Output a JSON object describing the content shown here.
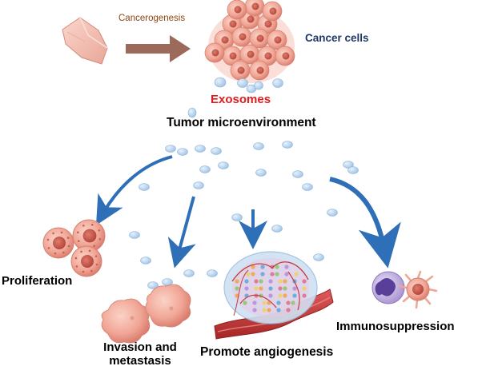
{
  "labels": {
    "carcinogenesis": "Cancerogenesis",
    "cancer_cells": "Cancer cells",
    "exosomes": "Exosomes",
    "tumor_microenvironment": "Tumor microenvironment",
    "proliferation": "Proliferation",
    "invasion_line1": "Invasion and",
    "invasion_line2": "metastasis",
    "angiogenesis": "Promote angiogenesis",
    "immunosuppression": "Immunosuppression"
  },
  "colors": {
    "carcinogenesis_text": "#8b4513",
    "cancer_cells_text": "#1f3864",
    "exosomes_text": "#e01b1b",
    "label_text": "#000000",
    "arrow_blue": "#2e6fb7",
    "arrow_brown": "#9c6a5a",
    "exosome_fill": "#b9d4ec",
    "cell_pink": "#f0a595",
    "vessel_red": "#c63b3b",
    "immune_purple": "#b6a2d6"
  },
  "icons": [
    "tissue-icon",
    "tumor-mass-icon",
    "exosome-vesicle-icon",
    "proliferating-cells-icon",
    "invading-cells-icon",
    "blood-vessel-icon",
    "immune-cell-icon"
  ]
}
